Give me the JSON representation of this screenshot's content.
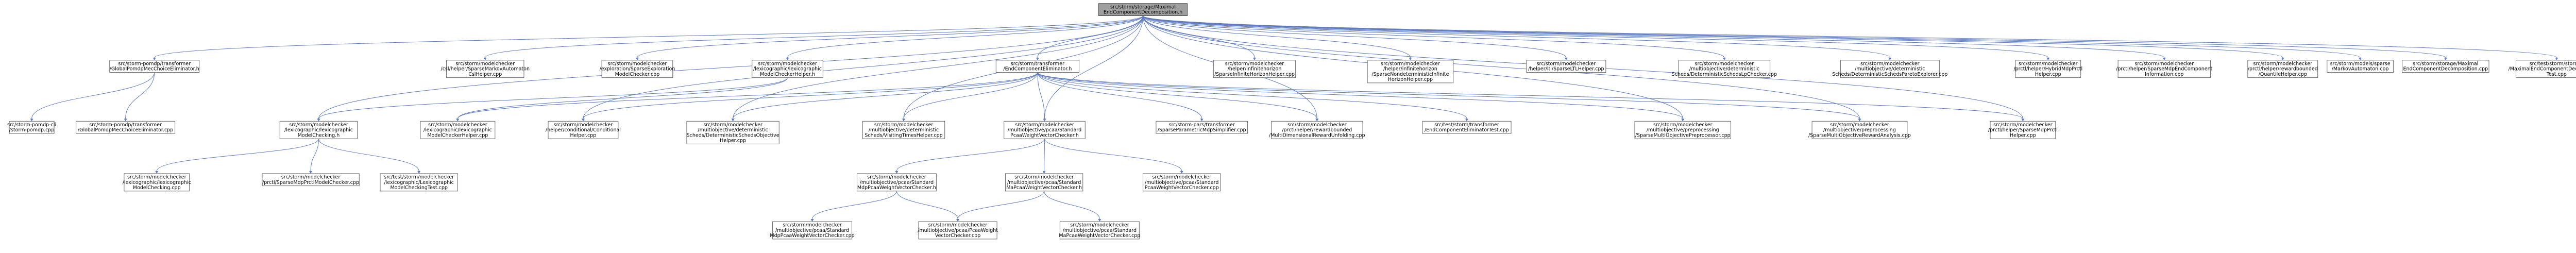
{
  "nodes": [
    {
      "id": "root",
      "lines": [
        "src/storm/storage/Maximal",
        "EndComponentDecomposition.h"
      ]
    },
    {
      "id": "n1",
      "lines": [
        "src/storm-pomdp/transformer",
        "/GlobalPomdpMecChoiceEliminator.h"
      ]
    },
    {
      "id": "n2",
      "lines": [
        "src/storm/modelchecker",
        "/csl/helper/SparseMarkovAutomaton",
        "CslHelper.cpp"
      ]
    },
    {
      "id": "n3",
      "lines": [
        "src/storm/modelchecker",
        "/exploration/SparseExploration",
        "ModelChecker.cpp"
      ]
    },
    {
      "id": "n4",
      "lines": [
        "src/storm/modelchecker",
        "/lexicographic/lexicographic",
        "ModelCheckerHelper.h"
      ]
    },
    {
      "id": "n5",
      "lines": [
        "src/storm/transformer",
        "/EndComponentEliminator.h"
      ]
    },
    {
      "id": "n6",
      "lines": [
        "src/storm/modelchecker",
        "/helper/infinitehorizon",
        "/SparseInfiniteHorizonHelper.cpp"
      ]
    },
    {
      "id": "n7",
      "lines": [
        "src/storm/modelchecker",
        "/helper/infinitehorizon",
        "/SparseNondeterministicInfinite",
        "HorizonHelper.cpp"
      ]
    },
    {
      "id": "n8",
      "lines": [
        "src/storm/modelchecker",
        "/helper/ltl/SparseLTLHelper.cpp"
      ]
    },
    {
      "id": "n9",
      "lines": [
        "src/storm/modelchecker",
        "/multiobjective/deterministic",
        "Scheds/DeterministicSchedsLpChecker.cpp"
      ]
    },
    {
      "id": "n10",
      "lines": [
        "src/storm/modelchecker",
        "/multiobjective/deterministic",
        "Scheds/DeterministicSchedsParetoExplorer.cpp"
      ]
    },
    {
      "id": "n11",
      "lines": [
        "src/storm/modelchecker",
        "/prctl/helper/HybridMdpPrctl",
        "Helper.cpp"
      ]
    },
    {
      "id": "n12",
      "lines": [
        "src/storm/modelchecker",
        "/prctl/helper/SparseMdpEndComponent",
        "Information.cpp"
      ]
    },
    {
      "id": "n13",
      "lines": [
        "src/storm/modelchecker",
        "/prctl/helper/rewardbounded",
        "/QuantileHelper.cpp"
      ]
    },
    {
      "id": "n14",
      "lines": [
        "src/storm/models/sparse",
        "/MarkovAutomaton.cpp"
      ]
    },
    {
      "id": "n15",
      "lines": [
        "src/storm/storage/Maximal",
        "EndComponentDecomposition.cpp"
      ]
    },
    {
      "id": "n16",
      "lines": [
        "src/test/storm/storage",
        "/MaximalEndComponentDecomposition",
        "Test.cpp"
      ]
    },
    {
      "id": "n17",
      "lines": [
        "src/storm-pomdp-cli",
        "/storm-pomdp.cpp"
      ]
    },
    {
      "id": "n18",
      "lines": [
        "src/storm-pomdp/transformer",
        "/GlobalPomdpMecChoiceEliminator.cpp"
      ]
    },
    {
      "id": "n19",
      "lines": [
        "src/storm/modelchecker",
        "/lexicographic/lexicographic",
        "ModelChecking.h"
      ]
    },
    {
      "id": "n20",
      "lines": [
        "src/storm/modelchecker",
        "/lexicographic/lexicographic",
        "ModelCheckerHelper.cpp"
      ]
    },
    {
      "id": "n21",
      "lines": [
        "src/storm/modelchecker",
        "/helper/conditional/Conditional",
        "Helper.cpp"
      ]
    },
    {
      "id": "n22",
      "lines": [
        "src/storm/modelchecker",
        "/multiobjective/deterministic",
        "Scheds/DeterministicSchedsObjective",
        "Helper.cpp"
      ]
    },
    {
      "id": "n23",
      "lines": [
        "src/storm/modelchecker",
        "/multiobjective/deterministic",
        "Scheds/VisitingTimesHelper.cpp"
      ]
    },
    {
      "id": "n24",
      "lines": [
        "src/storm/modelchecker",
        "/multiobjective/pcaa/Standard",
        "PcaaWeightVectorChecker.h"
      ]
    },
    {
      "id": "n25",
      "lines": [
        "src/storm-pars/transformer",
        "/SparseParametricMdpSimplifier.cpp"
      ]
    },
    {
      "id": "n26",
      "lines": [
        "src/storm/modelchecker",
        "/prctl/helper/rewardbounded",
        "/MultiDimensionalRewardUnfolding.cpp"
      ]
    },
    {
      "id": "n27",
      "lines": [
        "src/test/storm/transformer",
        "/EndComponentEliminatorTest.cpp"
      ]
    },
    {
      "id": "n28",
      "lines": [
        "src/storm/modelchecker",
        "/multiobjective/preprocessing",
        "/SparseMultiObjectivePreprocessor.cpp"
      ]
    },
    {
      "id": "n29",
      "lines": [
        "src/storm/modelchecker",
        "/multiobjective/preprocessing",
        "/SparseMultiObjectiveRewardAnalysis.cpp"
      ]
    },
    {
      "id": "n30",
      "lines": [
        "src/storm/modelchecker",
        "/prctl/helper/SparseMdpPrctl",
        "Helper.cpp"
      ]
    },
    {
      "id": "n31",
      "lines": [
        "src/storm/modelchecker",
        "/lexicographic/lexicographic",
        "ModelChecking.cpp"
      ]
    },
    {
      "id": "n32",
      "lines": [
        "src/storm/modelchecker",
        "/prctl/SparseMdpPrctlModelChecker.cpp"
      ]
    },
    {
      "id": "n33",
      "lines": [
        "src/test/storm/modelchecker",
        "/lexicographic/Lexicographic",
        "ModelCheckingTest.cpp"
      ]
    },
    {
      "id": "n34",
      "lines": [
        "src/storm/modelchecker",
        "/multiobjective/pcaa/Standard",
        "MdpPcaaWeightVectorChecker.h"
      ]
    },
    {
      "id": "n35",
      "lines": [
        "src/storm/modelchecker",
        "/multiobjective/pcaa/Standard",
        "MaPcaaWeightVectorChecker.h"
      ]
    },
    {
      "id": "n36",
      "lines": [
        "src/storm/modelchecker",
        "/multiobjective/pcaa/Standard",
        "PcaaWeightVectorChecker.cpp"
      ]
    },
    {
      "id": "n37",
      "lines": [
        "src/storm/modelchecker",
        "/multiobjective/pcaa/Standard",
        "MdpPcaaWeightVectorChecker.cpp"
      ]
    },
    {
      "id": "n38",
      "lines": [
        "src/storm/modelchecker",
        "/multiobjective/pcaa/PcaaWeight",
        "VectorChecker.cpp"
      ]
    },
    {
      "id": "n39",
      "lines": [
        "src/storm/modelchecker",
        "/multiobjective/pcaa/Standard",
        "MaPcaaWeightVectorChecker.cpp"
      ]
    }
  ],
  "edges": [
    [
      "root",
      "n1"
    ],
    [
      "root",
      "n2"
    ],
    [
      "root",
      "n3"
    ],
    [
      "root",
      "n4"
    ],
    [
      "root",
      "n5"
    ],
    [
      "root",
      "n6"
    ],
    [
      "root",
      "n7"
    ],
    [
      "root",
      "n8"
    ],
    [
      "root",
      "n9"
    ],
    [
      "root",
      "n10"
    ],
    [
      "root",
      "n11"
    ],
    [
      "root",
      "n12"
    ],
    [
      "root",
      "n13"
    ],
    [
      "root",
      "n14"
    ],
    [
      "root",
      "n15"
    ],
    [
      "root",
      "n16"
    ],
    [
      "root",
      "n19"
    ],
    [
      "root",
      "n21"
    ],
    [
      "root",
      "n22"
    ],
    [
      "root",
      "n23"
    ],
    [
      "root",
      "n24"
    ],
    [
      "root",
      "n26"
    ],
    [
      "root",
      "n28"
    ],
    [
      "root",
      "n29"
    ],
    [
      "root",
      "n30"
    ],
    [
      "n1",
      "n17"
    ],
    [
      "n1",
      "n18"
    ],
    [
      "n4",
      "n19"
    ],
    [
      "n4",
      "n20"
    ],
    [
      "n5",
      "n20"
    ],
    [
      "n5",
      "n21"
    ],
    [
      "n5",
      "n22"
    ],
    [
      "n5",
      "n23"
    ],
    [
      "n5",
      "n24"
    ],
    [
      "n5",
      "n25"
    ],
    [
      "n5",
      "n26"
    ],
    [
      "n5",
      "n27"
    ],
    [
      "n5",
      "n28"
    ],
    [
      "n5",
      "n29"
    ],
    [
      "n5",
      "n30"
    ],
    [
      "n19",
      "n31"
    ],
    [
      "n19",
      "n32"
    ],
    [
      "n19",
      "n33"
    ],
    [
      "n24",
      "n34"
    ],
    [
      "n24",
      "n35"
    ],
    [
      "n24",
      "n36"
    ],
    [
      "n34",
      "n37"
    ],
    [
      "n34",
      "n38"
    ],
    [
      "n35",
      "n38"
    ],
    [
      "n35",
      "n39"
    ]
  ]
}
